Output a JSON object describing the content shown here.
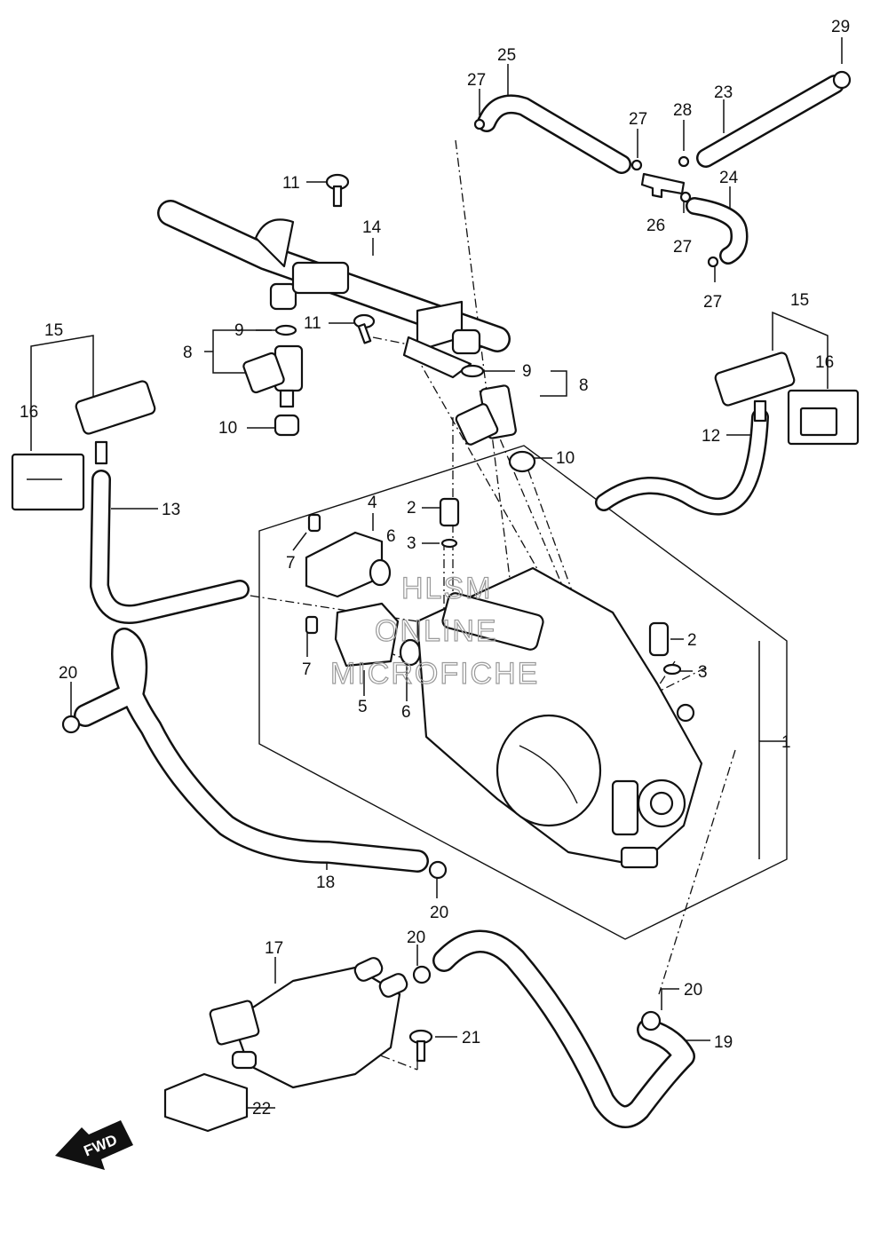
{
  "diagram": {
    "callouts": [
      {
        "id": "c1",
        "text": "1"
      },
      {
        "id": "c2a",
        "text": "2"
      },
      {
        "id": "c2b",
        "text": "2"
      },
      {
        "id": "c3a",
        "text": "3"
      },
      {
        "id": "c3b",
        "text": "3"
      },
      {
        "id": "c4",
        "text": "4"
      },
      {
        "id": "c5",
        "text": "5"
      },
      {
        "id": "c6a",
        "text": "6"
      },
      {
        "id": "c6b",
        "text": "6"
      },
      {
        "id": "c7a",
        "text": "7"
      },
      {
        "id": "c7b",
        "text": "7"
      },
      {
        "id": "c8a",
        "text": "8"
      },
      {
        "id": "c8b",
        "text": "8"
      },
      {
        "id": "c9a",
        "text": "9"
      },
      {
        "id": "c9b",
        "text": "9"
      },
      {
        "id": "c10a",
        "text": "10"
      },
      {
        "id": "c10b",
        "text": "10"
      },
      {
        "id": "c11a",
        "text": "11"
      },
      {
        "id": "c11b",
        "text": "11"
      },
      {
        "id": "c12",
        "text": "12"
      },
      {
        "id": "c13",
        "text": "13"
      },
      {
        "id": "c14",
        "text": "14"
      },
      {
        "id": "c15a",
        "text": "15"
      },
      {
        "id": "c15b",
        "text": "15"
      },
      {
        "id": "c16a",
        "text": "16"
      },
      {
        "id": "c16b",
        "text": "16"
      },
      {
        "id": "c17",
        "text": "17"
      },
      {
        "id": "c18",
        "text": "18"
      },
      {
        "id": "c19",
        "text": "19"
      },
      {
        "id": "c20a",
        "text": "20"
      },
      {
        "id": "c20b",
        "text": "20"
      },
      {
        "id": "c20c",
        "text": "20"
      },
      {
        "id": "c20d",
        "text": "20"
      },
      {
        "id": "c21",
        "text": "21"
      },
      {
        "id": "c22",
        "text": "22"
      },
      {
        "id": "c23",
        "text": "23"
      },
      {
        "id": "c24",
        "text": "24"
      },
      {
        "id": "c25",
        "text": "25"
      },
      {
        "id": "c26",
        "text": "26"
      },
      {
        "id": "c27a",
        "text": "27"
      },
      {
        "id": "c27b",
        "text": "27"
      },
      {
        "id": "c27c",
        "text": "27"
      },
      {
        "id": "c27d",
        "text": "27"
      },
      {
        "id": "c28",
        "text": "28"
      },
      {
        "id": "c29",
        "text": "29"
      }
    ],
    "watermark": {
      "line1": "HLSM",
      "line2": "ONLINE",
      "line3": "MICROFICHE"
    },
    "fwd_label": "FWD"
  },
  "colors": {
    "ink": "#111111",
    "paper": "#ffffff",
    "watermark": "#9a9a9a"
  }
}
